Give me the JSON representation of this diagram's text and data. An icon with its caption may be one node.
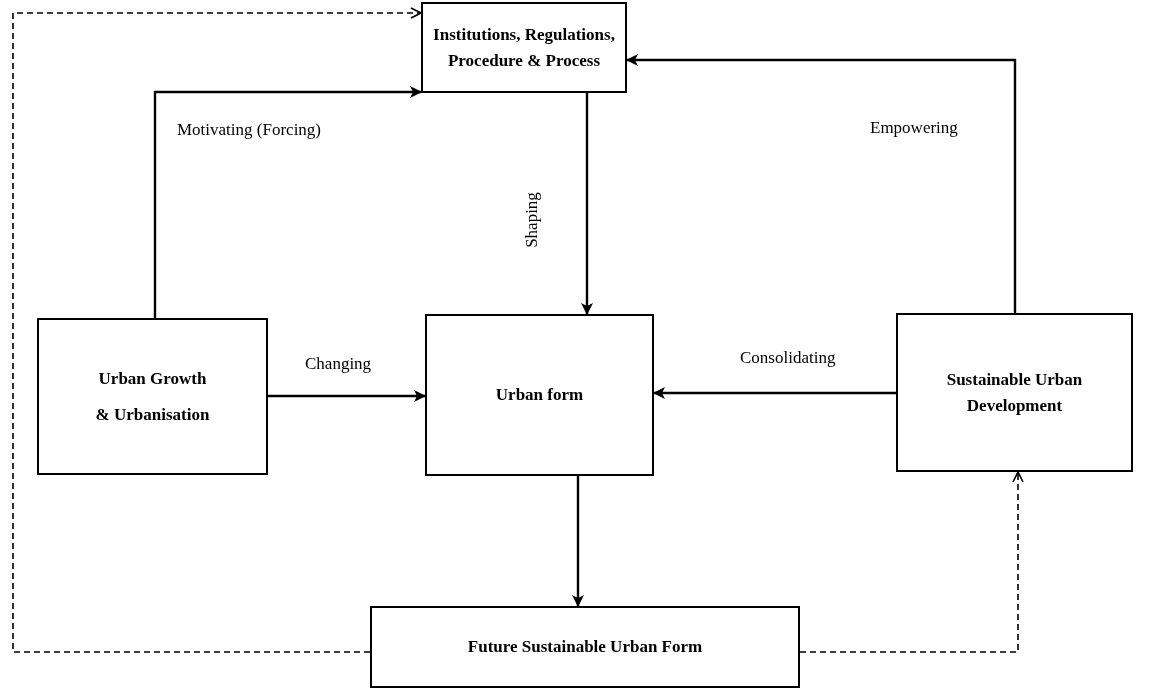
{
  "diagram": {
    "nodes": [
      {
        "text": [
          "Institutions, Regulations, Procedure & Process"
        ]
      },
      {
        "text": [
          "Urban Growth & Urbanisation"
        ]
      },
      {
        "text": [
          "Urban form"
        ]
      },
      {
        "text": [
          "Sustainable Urban Development"
        ]
      },
      {
        "text": [
          "Future Sustainable Urban Form"
        ]
      }
    ],
    "edges": [
      {
        "from": 1,
        "to": 0,
        "arrow": "to",
        "label": "Motivating (Forcing)"
      },
      {
        "from": 1,
        "to": 2,
        "arrow": "to",
        "label": "Changing"
      },
      {
        "from": 0,
        "to": 2,
        "arrow": "to",
        "label": "Shaping"
      },
      {
        "from": 3,
        "to": 2,
        "arrow": "to",
        "label": "Consolidating"
      },
      {
        "from": 3,
        "to": 0,
        "arrow": "to",
        "label": "Empowering"
      },
      {
        "from": 2,
        "to": 4,
        "arrow": "to"
      },
      {
        "from": 4,
        "to": 0,
        "arrow": "to",
        "style": "dashed"
      },
      {
        "from": 4,
        "to": 3,
        "arrow": "to",
        "style": "dashed"
      }
    ]
  }
}
